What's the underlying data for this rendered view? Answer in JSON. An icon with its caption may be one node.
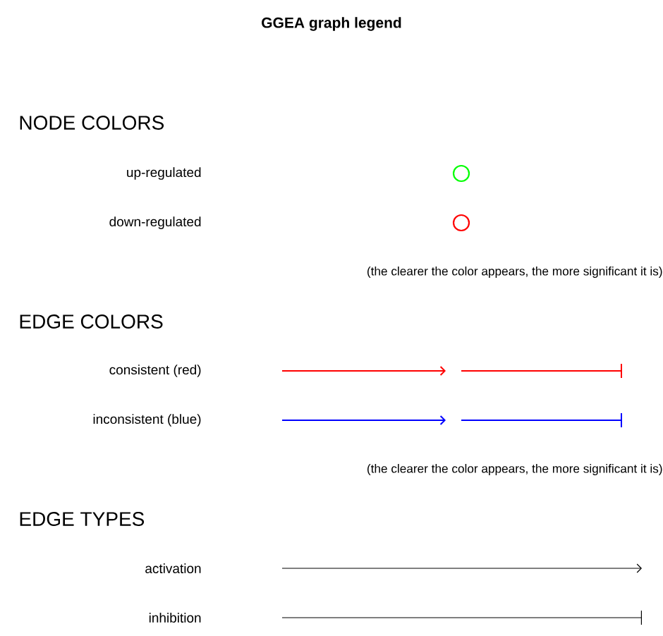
{
  "diagram": {
    "title": "GGEA graph legend",
    "labels": [
      "NODE COLORS",
      "(the clearer the color appears, the more significant it is)",
      "EDGE COLORS",
      "(the clearer the color appears, the more significant it is)",
      "EDGE TYPES"
    ],
    "legend": [
      {
        "text": "up-regulated",
        "color": "#00ff00"
      },
      {
        "text": "down-regulated",
        "color": "#ff0000"
      },
      {
        "text": "consistent (red)",
        "color": "#ff0000"
      },
      {
        "text": "inconsistent (blue)",
        "color": "#0000ff"
      },
      {
        "text": "activation"
      },
      {
        "text": "inhibition"
      }
    ]
  }
}
